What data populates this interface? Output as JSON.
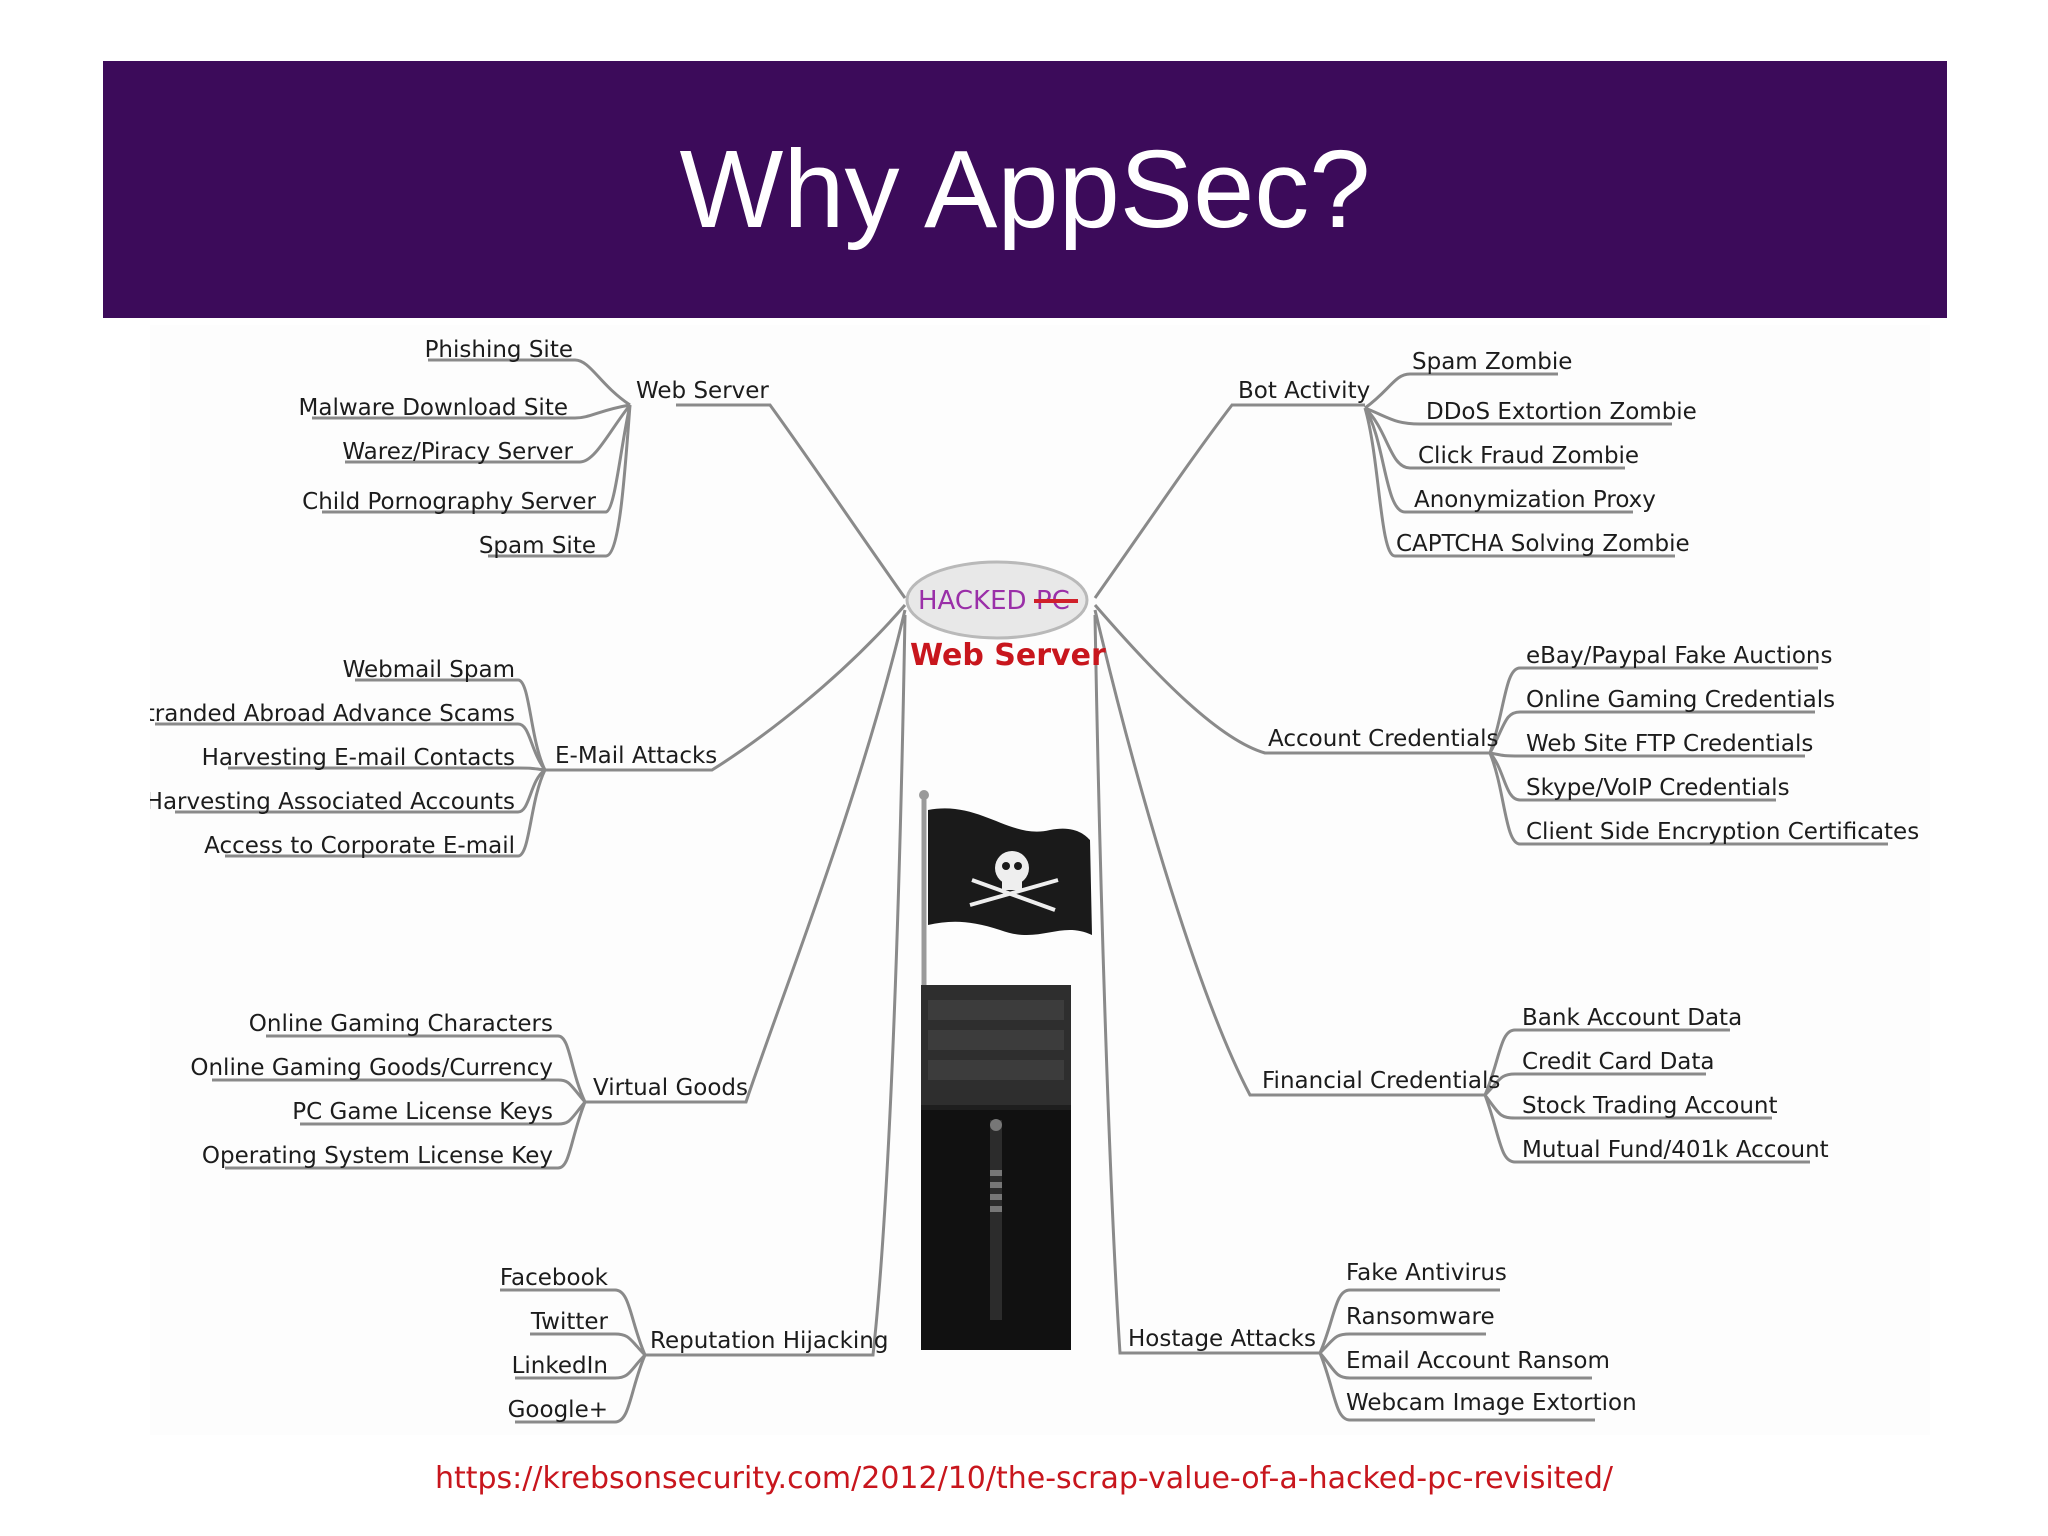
{
  "slide": {
    "title": "Why AppSec?",
    "banner_color": "#3c0b5a",
    "source_url": "https://krebsonsecurity.com/2012/10/the-scrap-value-of-a-hacked-pc-revisited/"
  },
  "diagram": {
    "center": {
      "hacked": "HACKED",
      "struck": "PC",
      "label": "Web Server"
    },
    "groups": [
      {
        "name": "Web Server",
        "items": [
          "Phishing Site",
          "Malware Download Site",
          "Warez/Piracy Server",
          "Child Pornography Server",
          "Spam Site"
        ]
      },
      {
        "name": "Bot Activity",
        "items": [
          "Spam Zombie",
          "DDoS Extortion Zombie",
          "Click Fraud Zombie",
          "Anonymization Proxy",
          "CAPTCHA Solving Zombie"
        ]
      },
      {
        "name": "E-Mail Attacks",
        "items": [
          "Webmail Spam",
          "Stranded Abroad Advance Scams",
          "Harvesting E-mail Contacts",
          "Harvesting Associated Accounts",
          "Access to Corporate E-mail"
        ]
      },
      {
        "name": "Account Credentials",
        "items": [
          "eBay/Paypal Fake Auctions",
          "Online Gaming Credentials",
          "Web Site FTP Credentials",
          "Skype/VoIP Credentials",
          "Client Side Encryption Certificates"
        ]
      },
      {
        "name": "Virtual Goods",
        "items": [
          "Online Gaming Characters",
          "Online Gaming Goods/Currency",
          "PC Game License Keys",
          "Operating System License Key"
        ]
      },
      {
        "name": "Financial Credentials",
        "items": [
          "Bank Account Data",
          "Credit Card Data",
          "Stock Trading Account",
          "Mutual Fund/401k Account"
        ]
      },
      {
        "name": "Reputation Hijacking",
        "items": [
          "Facebook",
          "Twitter",
          "LinkedIn",
          "Google+"
        ]
      },
      {
        "name": "Hostage Attacks",
        "items": [
          "Fake Antivirus",
          "Ransomware",
          "Email Account Ransom",
          "Webcam Image Extortion"
        ]
      }
    ],
    "colors": {
      "line": "#8a8a8a",
      "hacked": "#9a2fa8",
      "web_server": "#c8161d",
      "strike": "#d0202a"
    }
  }
}
